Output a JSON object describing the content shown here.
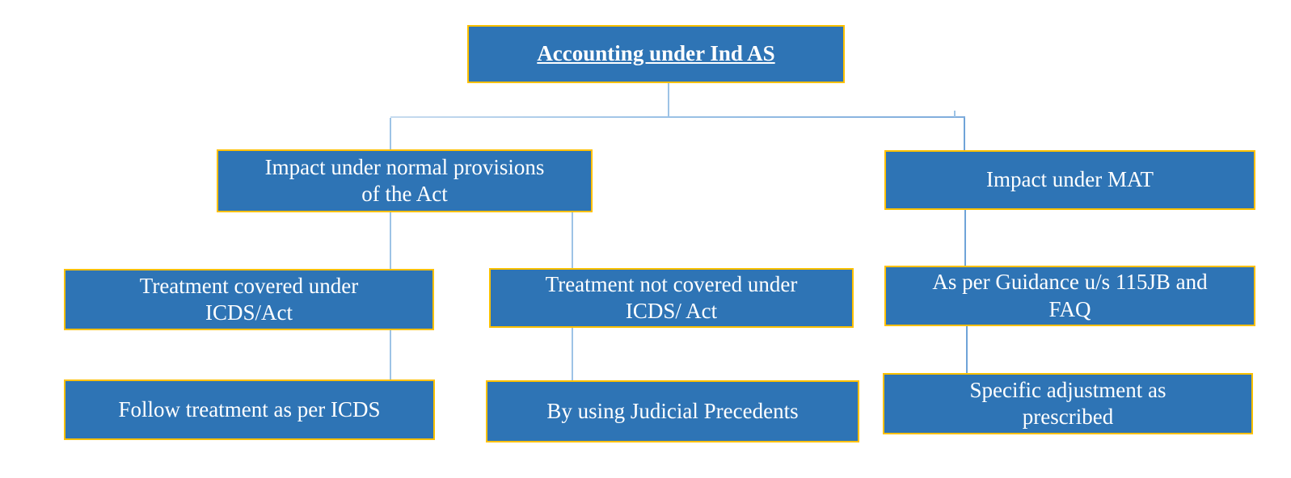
{
  "diagram": {
    "title": "Accounting under Ind AS",
    "type": "flowchart",
    "colors": {
      "box_fill": "#2e74b5",
      "box_border": "#ffc000",
      "text": "#ffffff",
      "connector_light": "#9dc3e6",
      "connector_dark": "#6fa3d8",
      "background": "#ffffff"
    },
    "nodes": {
      "root": {
        "label": "Accounting under Ind AS"
      },
      "normal": {
        "label": "Impact under normal provisions\nof the Act"
      },
      "mat": {
        "label": "Impact under MAT"
      },
      "covered": {
        "label": "Treatment covered under\nICDS/Act"
      },
      "not_covered": {
        "label": "Treatment not covered under\nICDS/ Act"
      },
      "guidance": {
        "label": "As per Guidance u/s 115JB and\nFAQ"
      },
      "follow": {
        "label": "Follow treatment as per ICDS"
      },
      "judicial": {
        "label": "By using Judicial Precedents"
      },
      "specific": {
        "label": "Specific adjustment as\nprescribed"
      }
    },
    "edges": [
      {
        "from": "root",
        "to": "normal"
      },
      {
        "from": "root",
        "to": "mat"
      },
      {
        "from": "normal",
        "to": "covered"
      },
      {
        "from": "normal",
        "to": "not_covered"
      },
      {
        "from": "covered",
        "to": "follow"
      },
      {
        "from": "not_covered",
        "to": "judicial"
      },
      {
        "from": "mat",
        "to": "guidance"
      },
      {
        "from": "guidance",
        "to": "specific"
      }
    ]
  }
}
